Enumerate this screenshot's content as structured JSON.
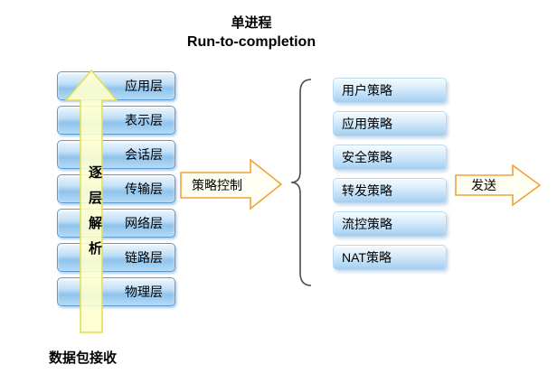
{
  "title": {
    "line1": "单进程",
    "line2": "Run-to-completion"
  },
  "osi_stack": {
    "layers": [
      "应用层",
      "表示层",
      "会话层",
      "传输层",
      "网络层",
      "链路层",
      "物理层"
    ],
    "arrow_label": "逐层解析",
    "bottom_label": "数据包接收"
  },
  "policy_flow": {
    "control_arrow_label": "策略控制",
    "send_arrow_label": "发送",
    "policies": [
      "用户策略",
      "应用策略",
      "安全策略",
      "转发策略",
      "流控策略",
      "NAT策略"
    ]
  },
  "colors": {
    "layer_box_fill_top": "#eef7fe",
    "layer_box_fill_bottom": "#8fc3ec",
    "layer_box_border": "#5b9bd5",
    "policy_box_fill_top": "#f6fbfe",
    "policy_box_fill_bottom": "#a3cef1",
    "up_arrow_fill": "#ffffcd",
    "up_arrow_stroke": "#dede55",
    "block_arrow_fill": "#fffef2",
    "block_arrow_stroke": "#f1a23a",
    "brace_stroke": "#4d4d4d",
    "text_color": "#000000"
  }
}
